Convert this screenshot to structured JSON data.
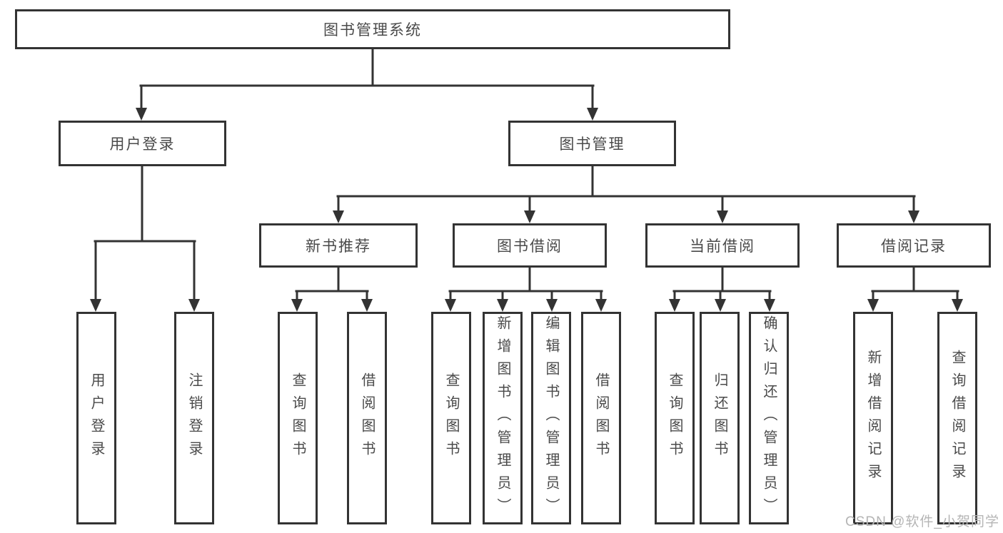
{
  "diagram": {
    "root": "图书管理系统",
    "level2": [
      "用户登录",
      "图书管理"
    ],
    "level3": [
      "新书推荐",
      "图书借阅",
      "当前借阅",
      "借阅记录"
    ],
    "leaves": [
      "用户登录",
      "注销登录",
      "查询图书",
      "借阅图书",
      "查询图书",
      "新增图书（管理员）",
      "编辑图书（管理员）",
      "借阅图书",
      "查询图书",
      "归还图书",
      "确认归还（管理员）",
      "新增借阅记录",
      "查询借阅记录"
    ]
  },
  "watermark": "CSDN @软件_小贺同学",
  "colors": {
    "line": "#333333",
    "text": "#4a4a4a",
    "watermark": "#b5b5b5",
    "background": "#ffffff"
  }
}
